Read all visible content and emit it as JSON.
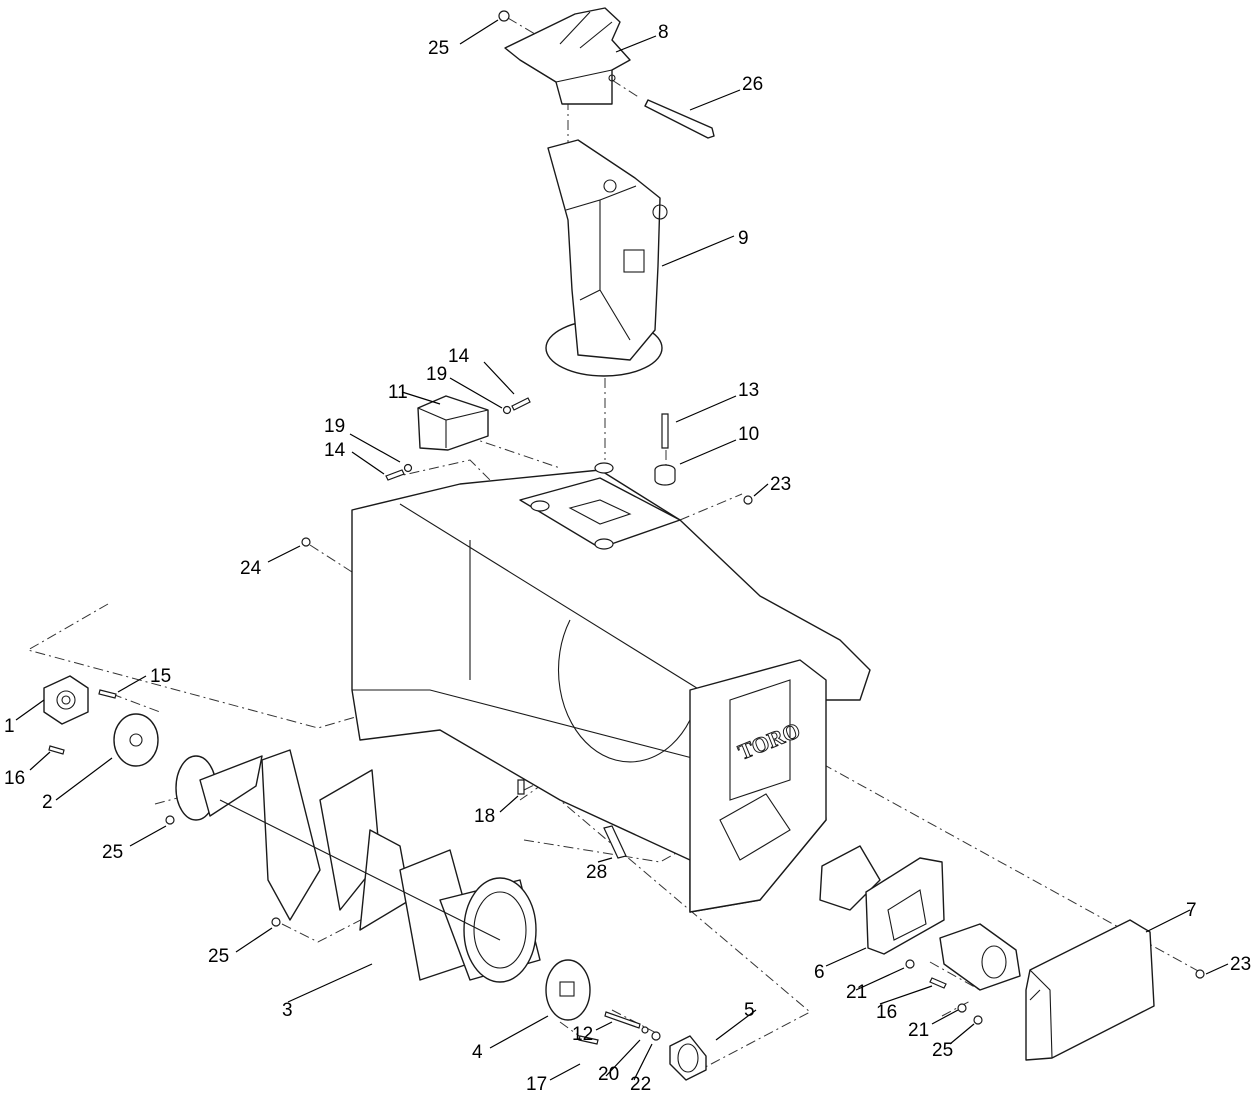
{
  "figure": {
    "brand_mark": "TORO",
    "callouts": [
      {
        "id": "c25a",
        "label": "25"
      },
      {
        "id": "c8",
        "label": "8"
      },
      {
        "id": "c26",
        "label": "26"
      },
      {
        "id": "c9",
        "label": "9"
      },
      {
        "id": "c14a",
        "label": "14"
      },
      {
        "id": "c19a",
        "label": "19"
      },
      {
        "id": "c11",
        "label": "11"
      },
      {
        "id": "c13",
        "label": "13"
      },
      {
        "id": "c10",
        "label": "10"
      },
      {
        "id": "c19b",
        "label": "19"
      },
      {
        "id": "c14b",
        "label": "14"
      },
      {
        "id": "c23a",
        "label": "23"
      },
      {
        "id": "c24",
        "label": "24"
      },
      {
        "id": "c15",
        "label": "15"
      },
      {
        "id": "c1",
        "label": "1"
      },
      {
        "id": "c16a",
        "label": "16"
      },
      {
        "id": "c2",
        "label": "2"
      },
      {
        "id": "c25b",
        "label": "25"
      },
      {
        "id": "c18",
        "label": "18"
      },
      {
        "id": "c28",
        "label": "28"
      },
      {
        "id": "c25c",
        "label": "25"
      },
      {
        "id": "c3",
        "label": "3"
      },
      {
        "id": "c4",
        "label": "4"
      },
      {
        "id": "c12",
        "label": "12"
      },
      {
        "id": "c5",
        "label": "5"
      },
      {
        "id": "c17",
        "label": "17"
      },
      {
        "id": "c20",
        "label": "20"
      },
      {
        "id": "c22",
        "label": "22"
      },
      {
        "id": "c6",
        "label": "6"
      },
      {
        "id": "c21a",
        "label": "21"
      },
      {
        "id": "c16b",
        "label": "16"
      },
      {
        "id": "c21b",
        "label": "21"
      },
      {
        "id": "c25d",
        "label": "25"
      },
      {
        "id": "c7",
        "label": "7"
      },
      {
        "id": "c23b",
        "label": "23"
      }
    ]
  }
}
